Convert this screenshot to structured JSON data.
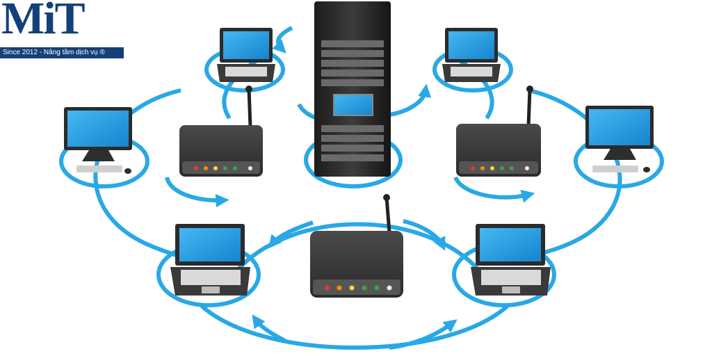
{
  "logo": {
    "mark": "MiT",
    "tagline": "Since 2012 - Nâng tầm dịch vụ ®"
  },
  "colors": {
    "brand": "#14407a",
    "link": "#29a8e6",
    "link_dark": "#1b8fd0",
    "screen": "#1e9be0",
    "device": "#3a3a3a"
  },
  "nodes": [
    {
      "id": "server",
      "kind": "server-rack-icon"
    },
    {
      "id": "laptop-top-left",
      "kind": "laptop-icon"
    },
    {
      "id": "laptop-top-right",
      "kind": "laptop-icon"
    },
    {
      "id": "desktop-left",
      "kind": "desktop-monitor-icon"
    },
    {
      "id": "desktop-right",
      "kind": "desktop-monitor-icon"
    },
    {
      "id": "router-left",
      "kind": "router-icon"
    },
    {
      "id": "router-right",
      "kind": "router-icon"
    },
    {
      "id": "router-bottom",
      "kind": "router-icon"
    },
    {
      "id": "laptop-bottom-left",
      "kind": "laptop-icon"
    },
    {
      "id": "laptop-bottom-right",
      "kind": "laptop-icon"
    }
  ]
}
